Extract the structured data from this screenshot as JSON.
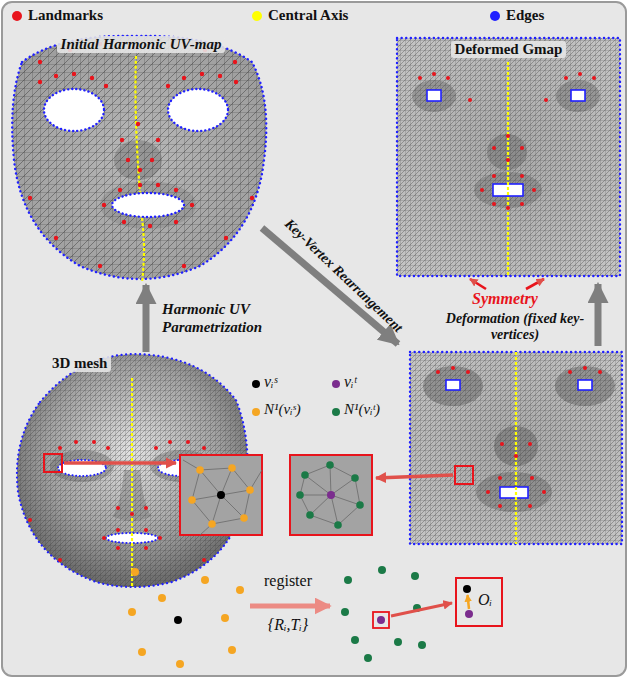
{
  "diagram": {
    "nodes": [
      {
        "text": [
          "Initial Harmonic UV-map"
        ]
      },
      {
        "text": [
          "Deformed Gmap"
        ]
      },
      {
        "text": [
          "3D mesh"
        ]
      }
    ],
    "edges": [
      {
        "from": 2,
        "to": 0,
        "arrow": "to",
        "label": "Harmonic UV Parametrization"
      }
    ],
    "labels": [
      "Key-Vertex Rearrangement",
      "Symmetry",
      "Deformation (fixed key-vertices)",
      "vᵢˢ",
      "vᵢᵗ",
      "N¹(vᵢˢ)",
      "N¹(vᵢᵗ)",
      "register",
      "{Rᵢ,Tᵢ}",
      "Oᵢ"
    ],
    "legend": [
      {
        "text": "Landmarks",
        "color": "#e8141c"
      },
      {
        "text": "Central Axis",
        "color": "#ffff00"
      },
      {
        "text": "Edges",
        "color": "#2020ff"
      }
    ]
  }
}
